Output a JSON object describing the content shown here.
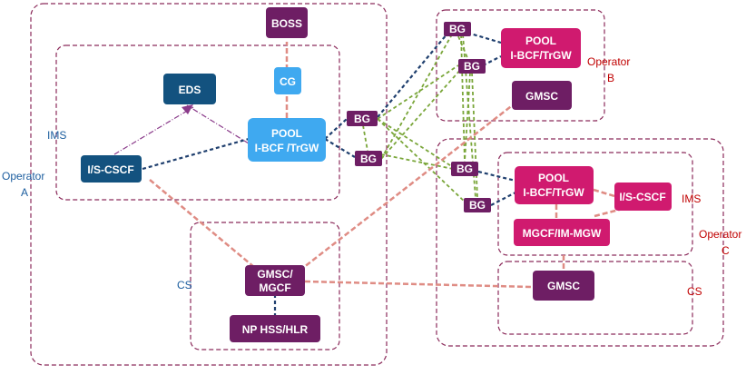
{
  "colors": {
    "region_border": "#8b2a5a",
    "op_a_blue": "#1a5c9e",
    "op_a_dark": "#13527f",
    "op_a_light": "#3fa9f0",
    "purple": "#6e1e64",
    "magenta": "#d01a6f",
    "label_blue": "#1a5c9e",
    "label_red": "#c00000",
    "link_blue": "#1f3f6e",
    "link_green": "#7aa63a",
    "link_salmon": "#df8c84",
    "link_purple": "#8a3a8a"
  },
  "labels": {
    "ims_a": "IMS",
    "cs_a": "CS",
    "operator_a_1": "Operator",
    "operator_a_2": "A",
    "operator_b_1": "Operator",
    "operator_b_2": "B",
    "ims_c": "IMS",
    "cs_c": "CS",
    "operator_c_1": "Operator",
    "operator_c_2": "C"
  },
  "nodes": {
    "boss": "BOSS",
    "cg": "CG",
    "eds": "EDS",
    "pool_a_1": "POOL",
    "pool_a_2": "I-BCF /TrGW",
    "iscscf_a": "I/S-CSCF",
    "gmsc_mgcf_a_1": "GMSC/",
    "gmsc_mgcf_a_2": "MGCF",
    "np_hss": "NP HSS/HLR",
    "bg_a1": "BG",
    "bg_a2": "BG",
    "bg_b1": "BG",
    "bg_b2": "BG",
    "pool_b_1": "POOL",
    "pool_b_2": "I-BCF/TrGW",
    "gmsc_b": "GMSC",
    "bg_c1": "BG",
    "bg_c2": "BG",
    "pool_c_1": "POOL",
    "pool_c_2": "I-BCF/TrGW",
    "iscscf_c": "I/S-CSCF",
    "mgcf_c": "MGCF/IM-MGW",
    "gmsc_c": "GMSC"
  }
}
